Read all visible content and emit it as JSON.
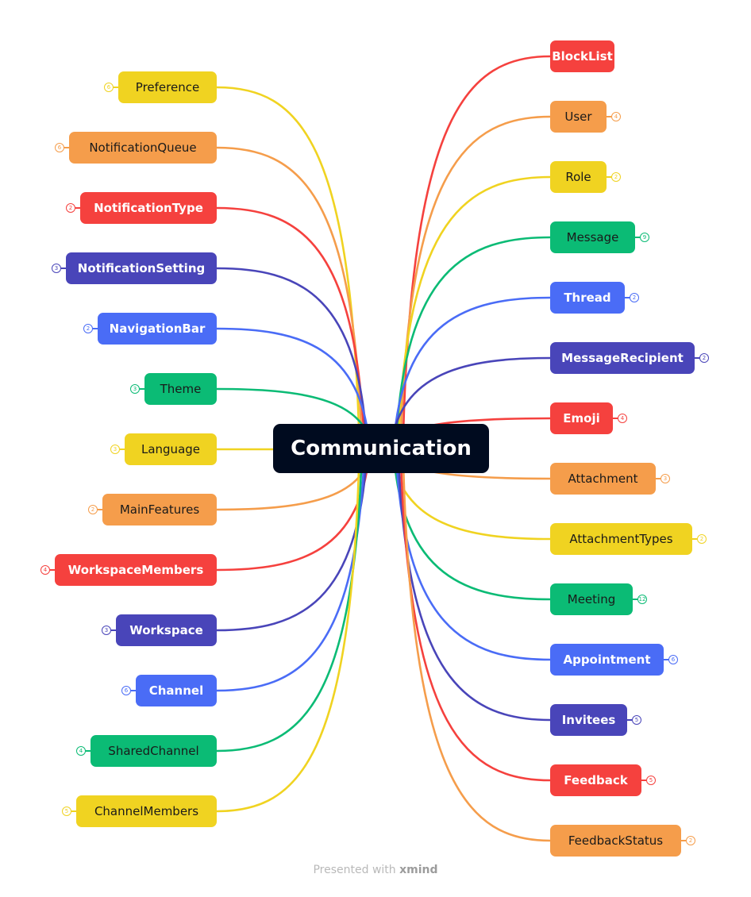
{
  "central": "Communication",
  "colors": {
    "red": "#f5413e",
    "orange": "#f59d4b",
    "yellow": "#f0d321",
    "green": "#0bbb75",
    "blue": "#4a6cf6",
    "indigo": "#4945b9"
  },
  "left_topics": [
    {
      "label": "Preference",
      "count": "6",
      "color": "yellow"
    },
    {
      "label": "NotificationQueue",
      "count": "6",
      "color": "orange"
    },
    {
      "label": "NotificationType",
      "count": "2",
      "color": "red"
    },
    {
      "label": "NotificationSetting",
      "count": "3",
      "color": "indigo"
    },
    {
      "label": "NavigationBar",
      "count": "2",
      "color": "blue"
    },
    {
      "label": "Theme",
      "count": "3",
      "color": "green"
    },
    {
      "label": "Language",
      "count": "3",
      "color": "yellow"
    },
    {
      "label": "MainFeatures",
      "count": "2",
      "color": "orange"
    },
    {
      "label": "WorkspaceMembers",
      "count": "4",
      "color": "red"
    },
    {
      "label": "Workspace",
      "count": "3",
      "color": "indigo"
    },
    {
      "label": "Channel",
      "count": "6",
      "color": "blue"
    },
    {
      "label": "SharedChannel",
      "count": "4",
      "color": "green"
    },
    {
      "label": "ChannelMembers",
      "count": "5",
      "color": "yellow"
    }
  ],
  "right_topics": [
    {
      "label": "BlockList",
      "count": "",
      "color": "red"
    },
    {
      "label": "User",
      "count": "4",
      "color": "orange"
    },
    {
      "label": "Role",
      "count": "2",
      "color": "yellow"
    },
    {
      "label": "Message",
      "count": "9",
      "color": "green"
    },
    {
      "label": "Thread",
      "count": "2",
      "color": "blue"
    },
    {
      "label": "MessageRecipient",
      "count": "2",
      "color": "indigo"
    },
    {
      "label": "Emoji",
      "count": "4",
      "color": "red"
    },
    {
      "label": "Attachment",
      "count": "3",
      "color": "orange"
    },
    {
      "label": "AttachmentTypes",
      "count": "2",
      "color": "yellow"
    },
    {
      "label": "Meeting",
      "count": "12",
      "color": "green"
    },
    {
      "label": "Appointment",
      "count": "6",
      "color": "blue"
    },
    {
      "label": "Invitees",
      "count": "5",
      "color": "indigo"
    },
    {
      "label": "Feedback",
      "count": "5",
      "color": "red"
    },
    {
      "label": "FeedbackStatus",
      "count": "2",
      "color": "orange"
    }
  ],
  "footer": {
    "prefix": "Presented with ",
    "brand": "xmind"
  }
}
